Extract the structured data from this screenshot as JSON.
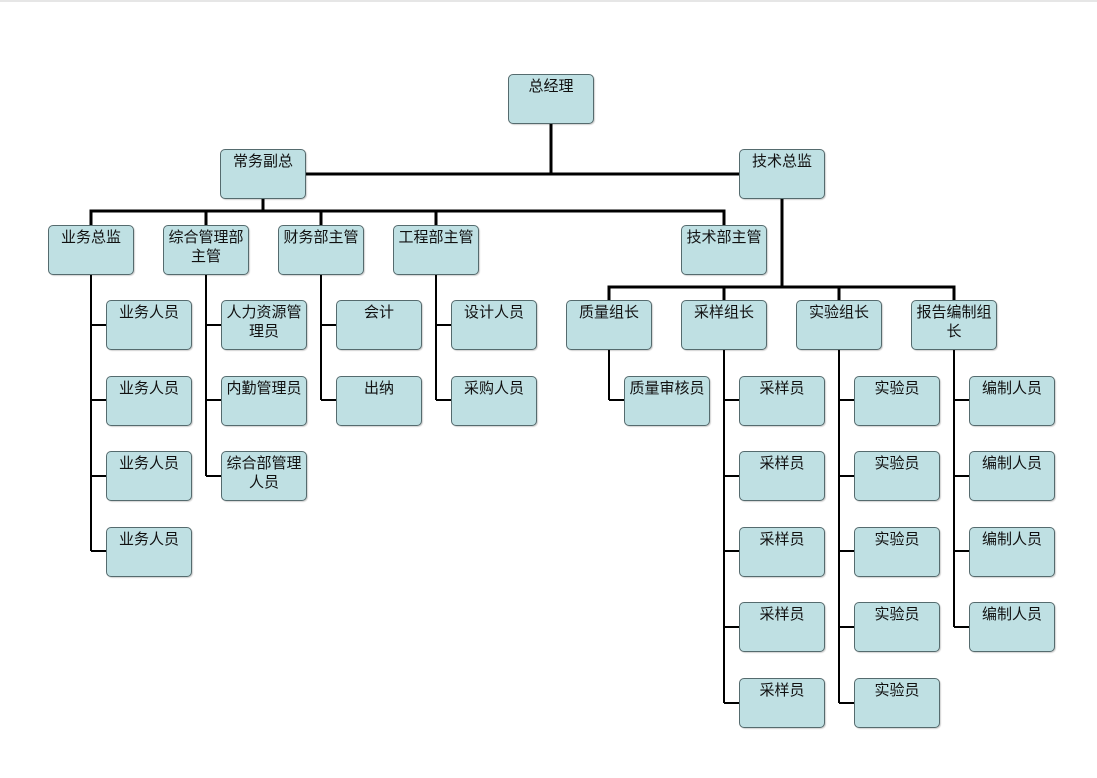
{
  "org_chart": {
    "ceo": "总经理",
    "executive_vp": "常务副总",
    "technical_director": "技术总监",
    "business_director": "业务总监",
    "admin_manager": "综合管理部主管",
    "finance_manager": "财务部主管",
    "engineering_manager": "工程部主管",
    "tech_dept_manager": "技术部主管",
    "business_staff": [
      "业务人员",
      "业务人员",
      "业务人员",
      "业务人员"
    ],
    "admin_staff": [
      "人力资源管理员",
      "内勤管理员",
      "综合部管理人员"
    ],
    "finance_staff": [
      "会计",
      "出纳"
    ],
    "engineering_staff": [
      "设计人员",
      "采购人员"
    ],
    "quality_lead": "质量组长",
    "sampling_lead": "采样组长",
    "lab_lead": "实验组长",
    "report_lead": "报告编制组长",
    "quality_staff": [
      "质量审核员"
    ],
    "sampling_staff": [
      "采样员",
      "采样员",
      "采样员",
      "采样员",
      "采样员"
    ],
    "lab_staff": [
      "实验员",
      "实验员",
      "实验员",
      "实验员",
      "实验员"
    ],
    "report_staff": [
      "编制人员",
      "编制人员",
      "编制人员",
      "编制人员"
    ]
  },
  "colors": {
    "node_fill": "#bfe0e3",
    "node_border": "#556b6e",
    "connector": "#000000"
  }
}
